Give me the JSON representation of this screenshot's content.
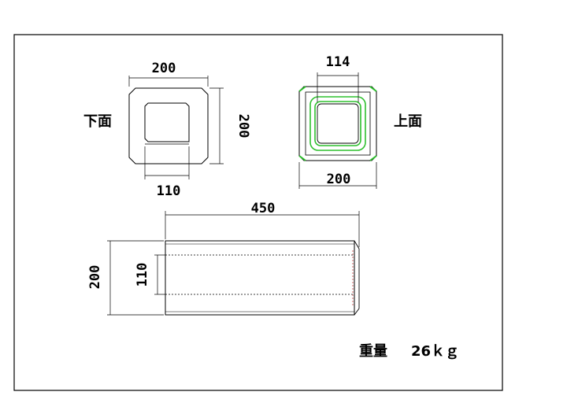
{
  "bottom_view": {
    "label": "下面",
    "width_dim": "200",
    "height_dim": "200",
    "inner_dim": "110"
  },
  "top_view": {
    "label": "上面",
    "inner_dim": "114",
    "width_dim": "200"
  },
  "side_view": {
    "length_dim": "450",
    "height_dim": "200",
    "inner_dim": "110"
  },
  "weight": {
    "label": "重量",
    "value": "26ｋｇ"
  },
  "colors": {
    "line": "#000000",
    "green": "#2fc02f",
    "hidden_red": "#c04040"
  }
}
